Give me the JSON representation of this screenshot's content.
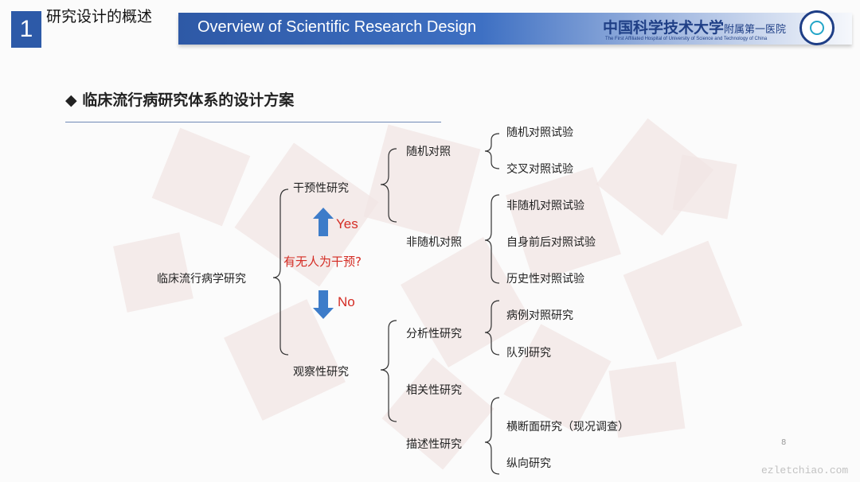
{
  "header": {
    "number": "1",
    "title": "研究设计的概述",
    "subtitle": "Overview of Scientific Research Design",
    "university_cn": "中国科学技术大学",
    "university_cn_suffix": "附属第一医院",
    "university_en": "The First Affiliated Hospital of University of Science and Technology of China"
  },
  "section": {
    "title": "◆ 临床流行病研究体系的设计方案"
  },
  "tree": {
    "root": "临床流行病学研究",
    "question": "有无人为干预?",
    "yes_label": "Yes",
    "no_label": "No",
    "interventional": {
      "label": "干预性研究",
      "randomized": {
        "label": "随机对照",
        "items": [
          "随机对照试验",
          "交叉对照试验"
        ]
      },
      "nonrandomized": {
        "label": "非随机对照",
        "items": [
          "非随机对照试验",
          "自身前后对照试验",
          "历史性对照试验"
        ]
      }
    },
    "observational": {
      "label": "观察性研究",
      "analytical": {
        "label": "分析性研究",
        "items": [
          "病例对照研究",
          "队列研究"
        ]
      },
      "correlational": {
        "label": "相关性研究"
      },
      "descriptive": {
        "label": "描述性研究",
        "items": [
          "横断面研究（现况调查）",
          "纵向研究"
        ]
      }
    }
  },
  "page_number": "8",
  "watermark": "ezletchiao.com",
  "colors": {
    "header_blue": "#2d5aa8",
    "accent_red": "#d42c24",
    "arrow_blue": "#3d7cc9"
  }
}
